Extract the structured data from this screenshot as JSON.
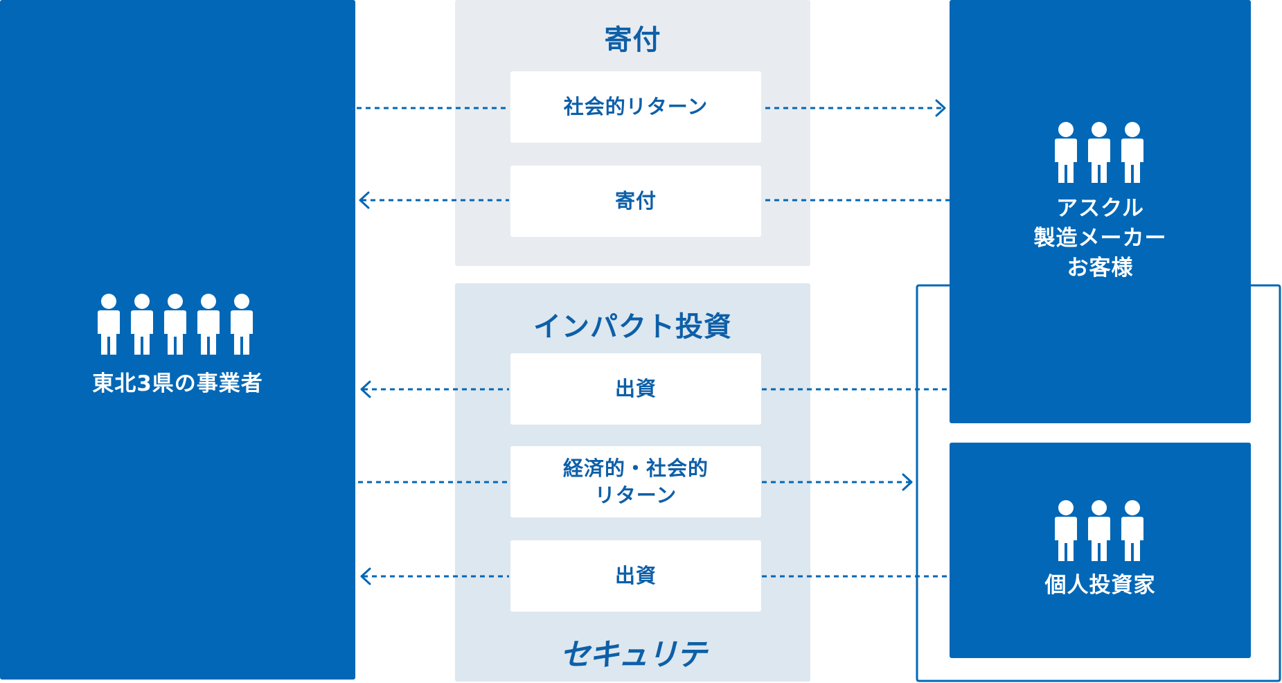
{
  "left_box": {
    "label": "東北3県の事業者"
  },
  "donation_panel": {
    "title": "寄付",
    "cards": [
      {
        "label": "社会的リターン"
      },
      {
        "label": "寄付"
      }
    ]
  },
  "investment_panel": {
    "title": "インパクト投資",
    "cards": [
      {
        "label": "出資"
      },
      {
        "line1": "経済的・社会的",
        "line2": "リターン"
      },
      {
        "label": "出資"
      }
    ],
    "logo": "セキュリテ"
  },
  "right_top_box": {
    "line1": "アスクル",
    "line2": "製造メーカー",
    "line3": "お客様"
  },
  "right_bottom_box": {
    "label": "個人投資家"
  },
  "colors": {
    "primary_blue": "#0267b6",
    "text_blue": "#0d5fa8",
    "panel_gray": "#e8ecf0",
    "panel_blue": "#dde7ef"
  },
  "icons": {
    "person": "person-icon",
    "arrow": "chevron-right-icon"
  }
}
